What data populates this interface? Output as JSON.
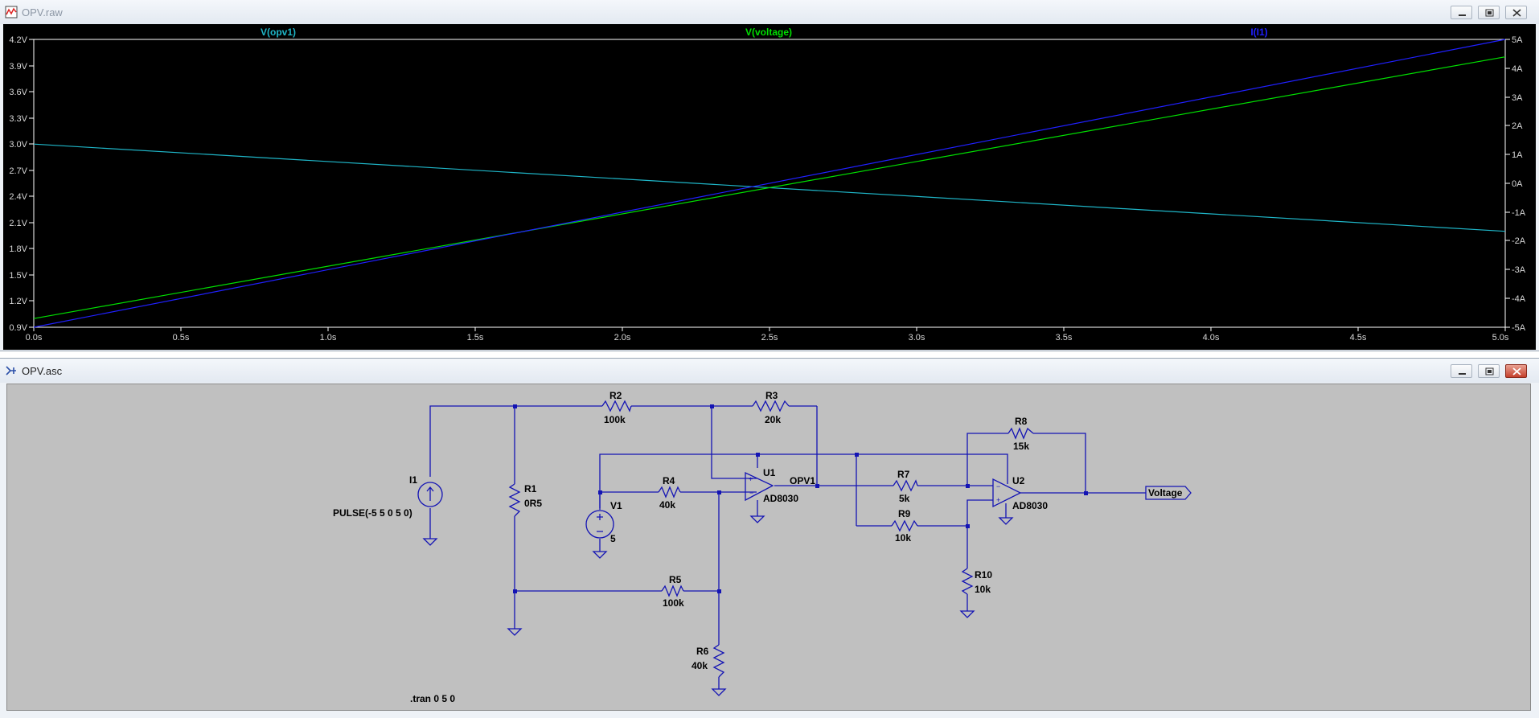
{
  "plot_window": {
    "title": "OPV.raw",
    "traces": [
      {
        "label": "V(opv1)",
        "color": "#1fb6c8"
      },
      {
        "label": "V(voltage)",
        "color": "#00e000"
      },
      {
        "label": "I(I1)",
        "color": "#2020ff"
      }
    ],
    "left_axis_ticks": [
      "4.2V",
      "3.9V",
      "3.6V",
      "3.3V",
      "3.0V",
      "2.7V",
      "2.4V",
      "2.1V",
      "1.8V",
      "1.5V",
      "1.2V",
      "0.9V"
    ],
    "right_axis_ticks": [
      "5A",
      "4A",
      "3A",
      "2A",
      "1A",
      "0A",
      "-1A",
      "-2A",
      "-3A",
      "-4A",
      "-5A"
    ],
    "x_axis_ticks": [
      "0.0s",
      "0.5s",
      "1.0s",
      "1.5s",
      "2.0s",
      "2.5s",
      "3.0s",
      "3.5s",
      "4.0s",
      "4.5s",
      "5.0s"
    ]
  },
  "chart_data": {
    "type": "line",
    "x": [
      0,
      5
    ],
    "xlim": [
      0,
      5
    ],
    "ylim_left": [
      0.9,
      4.2
    ],
    "ylim_right": [
      -5,
      5
    ],
    "series": [
      {
        "name": "V(opv1)",
        "axis": "left",
        "y": [
          3.0,
          2.0
        ]
      },
      {
        "name": "V(voltage)",
        "axis": "left",
        "y": [
          1.0,
          4.0
        ]
      },
      {
        "name": "I(I1)",
        "axis": "right",
        "y": [
          -5,
          5
        ]
      }
    ]
  },
  "schematic_window": {
    "title": "OPV.asc",
    "labels": {
      "i1_name": "I1",
      "i1_value": "PULSE(-5 5 0 5 0)",
      "r1_name": "R1",
      "r1_value": "0R5",
      "r2_name": "R2",
      "r2_value": "100k",
      "r3_name": "R3",
      "r3_value": "20k",
      "r4_name": "R4",
      "r4_value": "40k",
      "r5_name": "R5",
      "r5_value": "100k",
      "r6_name": "R6",
      "r6_value": "40k",
      "r7_name": "R7",
      "r7_value": "5k",
      "r8_name": "R8",
      "r8_value": "15k",
      "r9_name": "R9",
      "r9_value": "10k",
      "r10_name": "R10",
      "r10_value": "10k",
      "v1_name": "V1",
      "v1_value": "5",
      "u1_name": "U1",
      "u1_value": "AD8030",
      "u2_name": "U2",
      "u2_value": "AD8030",
      "net_opv1": "OPV1",
      "net_voltage": "Voltage",
      "directive": ".tran 0 5 0"
    }
  }
}
